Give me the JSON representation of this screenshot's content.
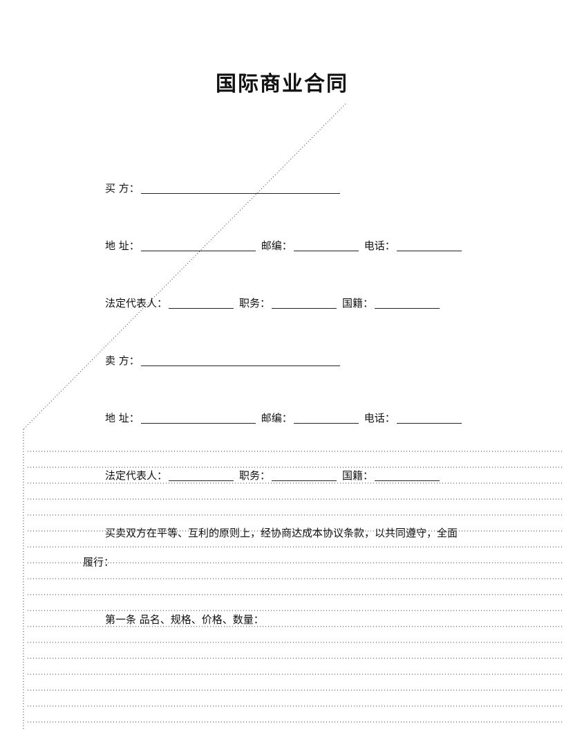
{
  "document": {
    "title": "国际商业合同",
    "buyer": {
      "party_label": "买  方：",
      "address_label": "地  址：",
      "postcode_label": "邮编：",
      "phone_label": "电话：",
      "rep_label": "法定代表人：",
      "position_label": "职务：",
      "nationality_label": "国籍："
    },
    "seller": {
      "party_label": "卖  方：",
      "address_label": "地  址：",
      "postcode_label": "邮编：",
      "phone_label": "电话：",
      "rep_label": "法定代表人：",
      "position_label": "职务：",
      "nationality_label": "国籍："
    },
    "preamble_line1": "买卖双方在平等、互利的原则上，经协商达成本协议条款，以共同遵守，全面",
    "preamble_line2": "履行：",
    "article1": "第一条  品名、规格、价格、数量："
  }
}
